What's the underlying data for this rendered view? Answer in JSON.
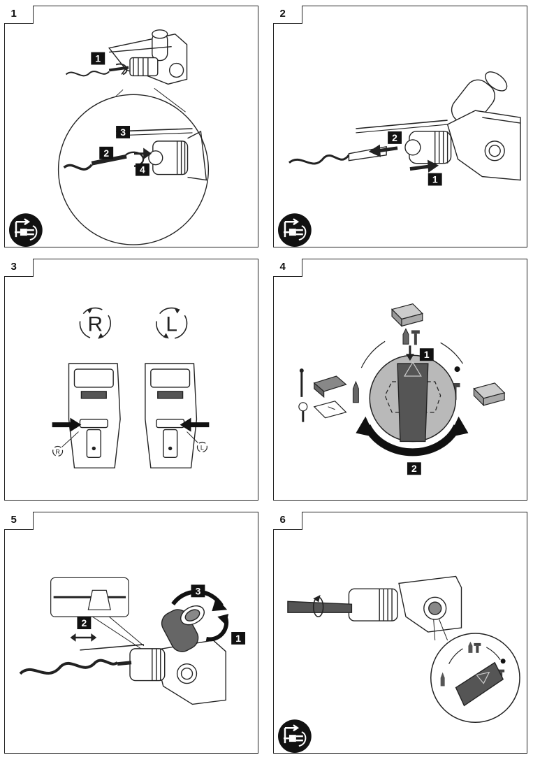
{
  "panels": [
    {
      "number": "1",
      "callouts": [
        "1",
        "2",
        "3",
        "4"
      ]
    },
    {
      "number": "2",
      "callouts": [
        "2",
        "1"
      ]
    },
    {
      "number": "3",
      "modes": [
        "R",
        "L"
      ]
    },
    {
      "number": "4",
      "callouts": [
        "1",
        "2"
      ]
    },
    {
      "number": "5",
      "callouts": [
        "3",
        "2",
        "1"
      ]
    },
    {
      "number": "6"
    }
  ],
  "icons": [
    "unplug-icon",
    "rotation-right-icon",
    "rotation-left-icon",
    "hammer-drill-mode-icon",
    "hammer-mode-icon",
    "drill-mode-icon",
    "screw-icon",
    "brick-icon",
    "wood-icon",
    "tile-icon"
  ],
  "colors": {
    "line": "#222222",
    "dial_fill": "#b9b9b9",
    "selector_fill": "#555555",
    "callout_box": "#111111"
  }
}
